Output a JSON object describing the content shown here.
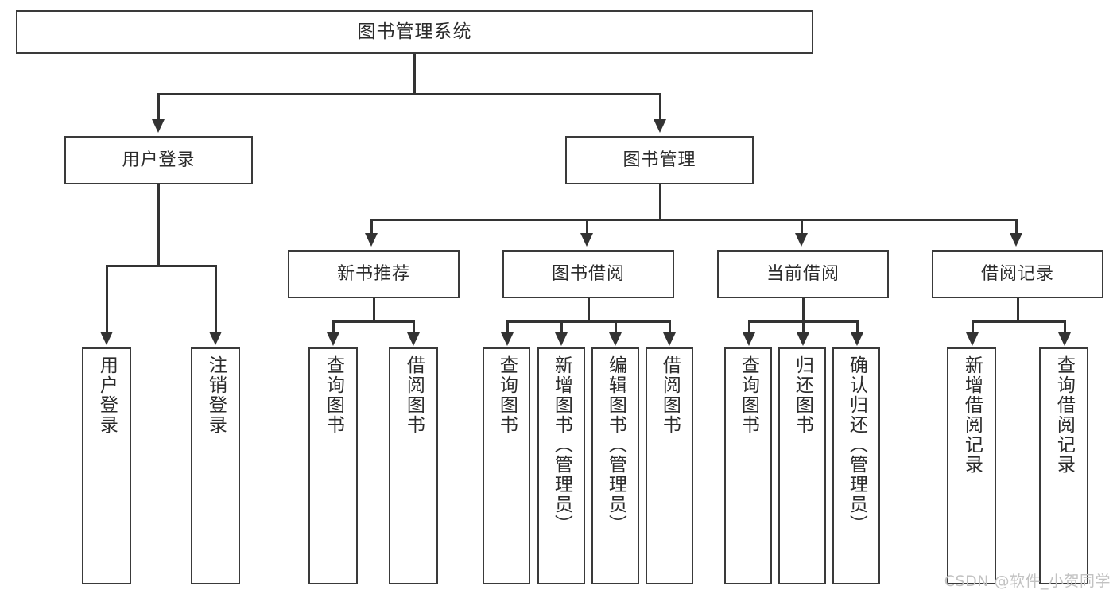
{
  "diagram": {
    "type": "tree",
    "title": "图书管理系统",
    "watermark": "CSDN @软件_小贺同学",
    "colors": {
      "box_border": "#3a3a3a",
      "connector": "#333333",
      "text": "#2b2b2b",
      "background": "#ffffff",
      "watermark": "#c2c2c2"
    },
    "nodes": {
      "root": {
        "label": "图书管理系统"
      },
      "level2": [
        {
          "label": "用户登录"
        },
        {
          "label": "图书管理"
        }
      ],
      "level3": [
        {
          "label": "新书推荐"
        },
        {
          "label": "图书借阅"
        },
        {
          "label": "当前借阅"
        },
        {
          "label": "借阅记录"
        }
      ],
      "leaves": {
        "user_login": [
          {
            "label": "用户登录"
          },
          {
            "label": "注销登录"
          }
        ],
        "new_book_recommend": [
          {
            "label": "查询图书"
          },
          {
            "label": "借阅图书"
          }
        ],
        "book_borrow": [
          {
            "label": "查询图书"
          },
          {
            "label": "新增图书（管理员）"
          },
          {
            "label": "编辑图书（管理员）"
          },
          {
            "label": "借阅图书"
          }
        ],
        "current_borrow": [
          {
            "label": "查询图书"
          },
          {
            "label": "归还图书"
          },
          {
            "label": "确认归还（管理员）"
          }
        ],
        "borrow_records": [
          {
            "label": "新增借阅记录"
          },
          {
            "label": "查询借阅记录"
          }
        ]
      }
    }
  }
}
